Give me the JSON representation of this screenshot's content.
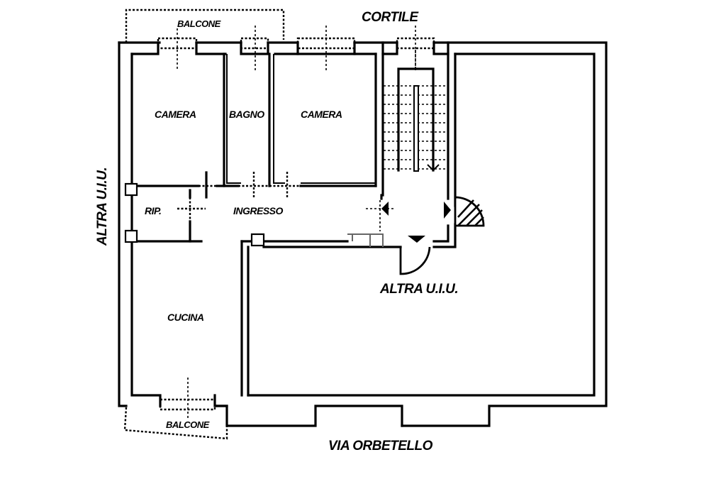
{
  "plan": {
    "title": "Floor plan",
    "surroundings": {
      "top": "CORTILE",
      "bottom": "VIA ORBETELLO",
      "left": "ALTRA U.I.U.",
      "right_inner": "ALTRA U.I.U."
    },
    "rooms": [
      {
        "id": "camera-1",
        "label": "CAMERA"
      },
      {
        "id": "bagno",
        "label": "BAGNO"
      },
      {
        "id": "camera-2",
        "label": "CAMERA"
      },
      {
        "id": "ripostiglio",
        "label": "RIP."
      },
      {
        "id": "ingresso",
        "label": "INGRESSO"
      },
      {
        "id": "cucina",
        "label": "CUCINA"
      }
    ],
    "balconies": [
      {
        "id": "balcone-top",
        "label": "BALCONE"
      },
      {
        "id": "balcone-bottom",
        "label": "BALCONE"
      }
    ],
    "colors": {
      "line": "#000000",
      "background": "#ffffff",
      "secondary_line": "#666666"
    }
  }
}
